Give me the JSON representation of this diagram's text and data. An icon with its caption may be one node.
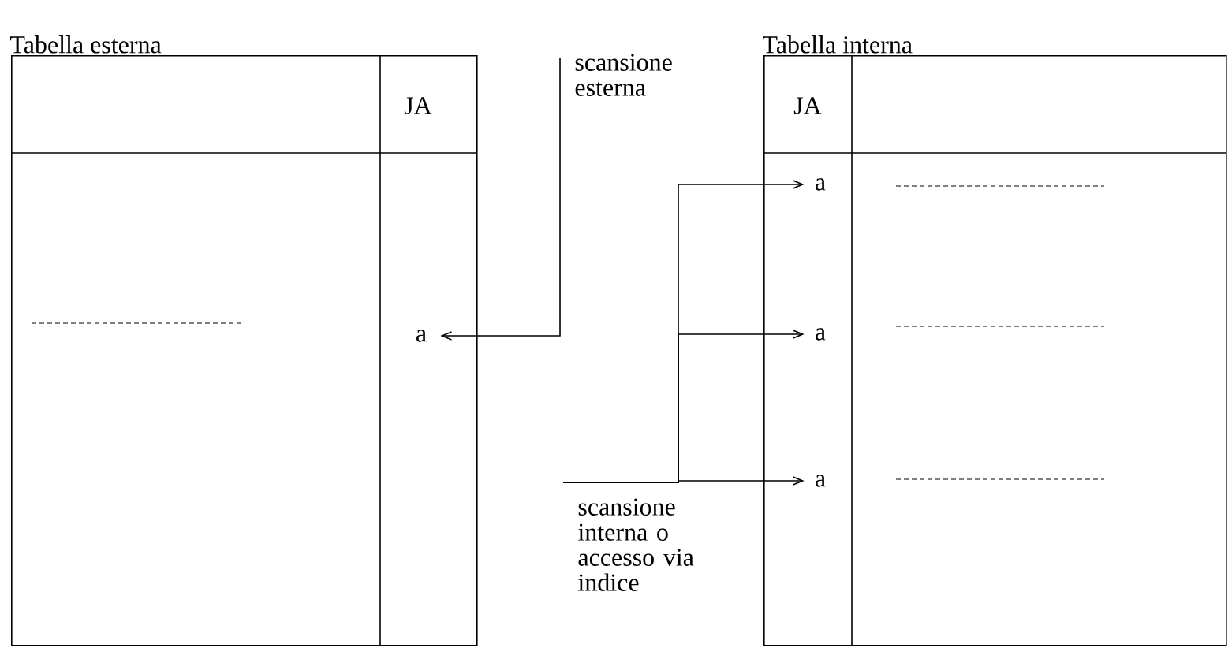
{
  "diagram": {
    "nodes": [
      {
        "text": [
          "Tabella esterna"
        ]
      },
      {
        "text": [
          "a"
        ],
        "in": 0
      },
      {
        "text": [
          "Tabella interna"
        ]
      },
      {
        "text": [
          "a"
        ],
        "in": 2
      },
      {
        "text": [
          "a"
        ],
        "in": 2
      },
      {
        "text": [
          "a"
        ],
        "in": 2
      },
      {
        "text": [
          "scansione esterna"
        ]
      },
      {
        "text": [
          "scansione interna o accesso via indice"
        ]
      }
    ],
    "edges": [
      {
        "from": 6,
        "to": 1,
        "arrow": "to"
      },
      {
        "from": 7,
        "to": 3,
        "arrow": "to"
      },
      {
        "from": 7,
        "to": 4,
        "arrow": "to"
      },
      {
        "from": 7,
        "to": 5,
        "arrow": "to"
      }
    ],
    "labels": [
      "JA",
      "JA"
    ]
  }
}
